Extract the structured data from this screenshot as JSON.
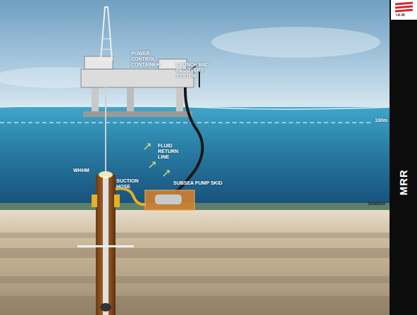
{
  "diagram": {
    "labels": [
      "I-K-M",
      "POWER CONTROL CONTAINER",
      "LAUNCH AND RECOVERY SYSTEM",
      "100m",
      "FLUID RETURN LINE",
      "WHHM",
      "SUCTION HOSE",
      "SUBSEA PUMP SKID",
      "Seabed",
      "MRR"
    ]
  }
}
